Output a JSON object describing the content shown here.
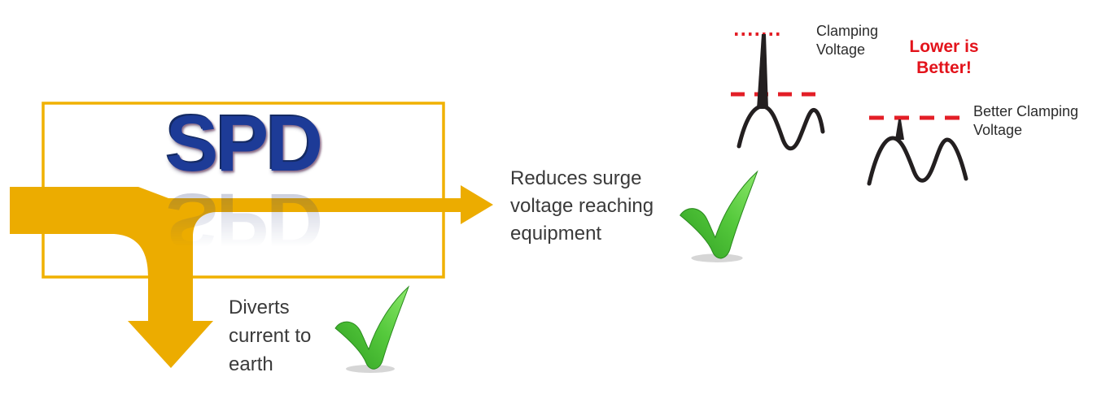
{
  "spd": {
    "label": "SPD"
  },
  "benefits": {
    "divert": {
      "lines": [
        "Diverts",
        "current to",
        "earth"
      ],
      "icon": "checkmark-icon"
    },
    "reduce": {
      "lines": [
        "Reduces surge",
        "voltage reaching",
        "equipment"
      ],
      "icon": "checkmark-icon"
    }
  },
  "waveforms": {
    "surge": {
      "label_lines": [
        "Clamping",
        "Voltage"
      ]
    },
    "clamped": {
      "label_lines": [
        "Better Clamping",
        "Voltage"
      ]
    },
    "callout_lines": [
      "Lower is",
      "Better!"
    ]
  },
  "icons": {
    "check": "checkmark-icon",
    "surge_arrow": "surge-flow-arrow",
    "down_arrow": "earth-branch-arrow"
  },
  "colors": {
    "arrow_yellow": "#ECAC00",
    "box_border": "#F0B100",
    "spd_blue": "#1D3B97",
    "red": "#E3131B",
    "text_dark": "#3A3A3A",
    "check_green_dark": "#2F9E22",
    "check_green_light": "#8CE86B",
    "wave_black": "#231F20",
    "background": "#FFFFFF"
  }
}
